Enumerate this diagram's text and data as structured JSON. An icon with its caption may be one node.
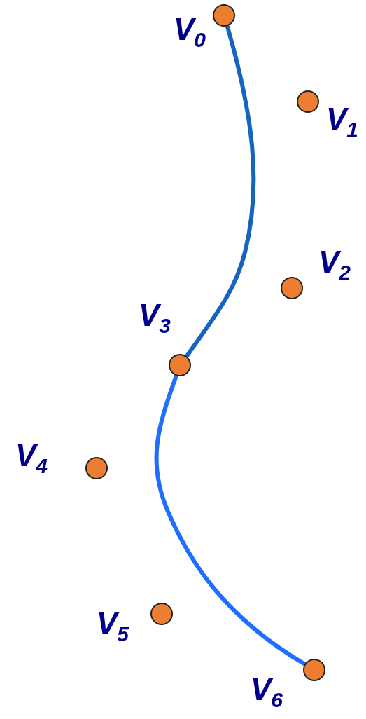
{
  "diagram": {
    "nodes": [
      {
        "text": [],
        "shape": "circle",
        "beside": [
          "V$_{0}$"
        ]
      },
      {
        "text": [],
        "shape": "circle",
        "beside": [
          "V$_{1}$"
        ]
      },
      {
        "text": [],
        "shape": "circle",
        "beside": [
          "V$_{2}$"
        ]
      },
      {
        "text": [],
        "shape": "circle",
        "beside": [
          "V$_{3}$"
        ]
      },
      {
        "text": [],
        "shape": "circle",
        "beside": [
          "V$_{4}$"
        ]
      },
      {
        "text": [],
        "shape": "circle",
        "beside": [
          "V$_{5}$"
        ]
      },
      {
        "text": [],
        "shape": "circle",
        "beside": [
          "V$_{6}$"
        ]
      }
    ],
    "edges": [
      {
        "from": 0,
        "to": 3,
        "arrow": "none",
        "color": "#1565c0"
      },
      {
        "from": 3,
        "to": 6,
        "arrow": "none",
        "color": "#1e6fff"
      }
    ]
  }
}
